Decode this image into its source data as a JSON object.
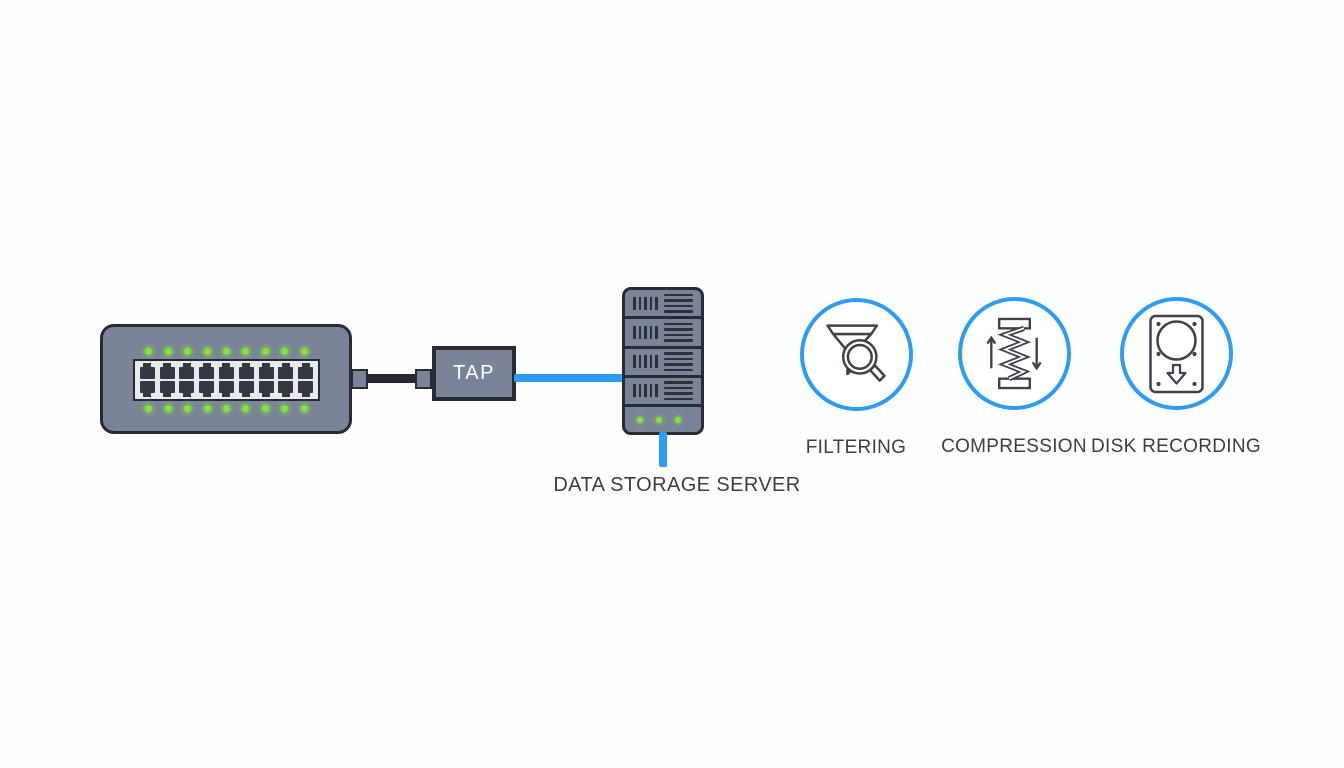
{
  "diagram": {
    "switch": {
      "name": "network switch",
      "ports_per_row": 9,
      "port_rows": 2,
      "leds_per_row": 9
    },
    "tap": {
      "label": "TAP"
    },
    "server": {
      "label": "DATA STORAGE SERVER",
      "unit_count": 4,
      "vbar_count": 5,
      "hline_count": 4,
      "status_led_count": 3
    },
    "features": [
      {
        "label": "FILTERING",
        "icon": "funnel-magnifier-icon"
      },
      {
        "label": "COMPRESSION",
        "icon": "spring-compression-icon"
      },
      {
        "label": "DISK RECORDING",
        "icon": "hard-drive-icon"
      }
    ],
    "colors": {
      "accent_blue": "#2d9cf2",
      "device_gray": "#7b8399",
      "outline_dark": "#272b36",
      "led_green": "#84e03c",
      "icon_stroke": "#3d424b",
      "label_text": "#3a3e45"
    }
  }
}
